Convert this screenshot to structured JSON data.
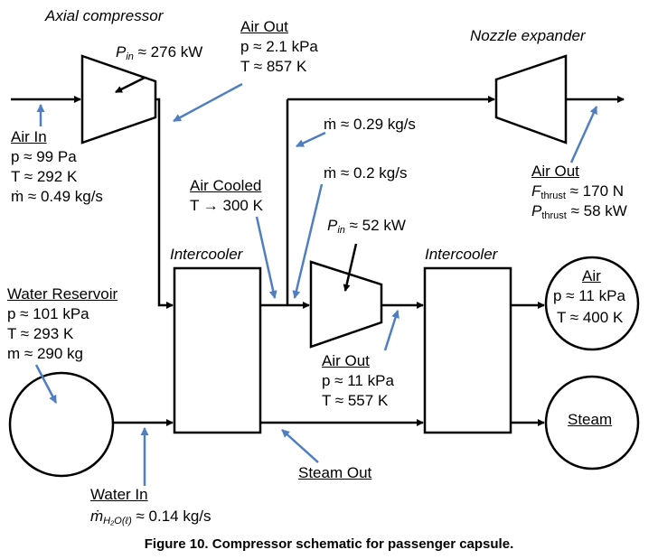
{
  "components": {
    "axial_compressor": "Axial compressor",
    "nozzle_expander": "Nozzle expander",
    "intercooler_1": "Intercooler",
    "intercooler_2": "Intercooler",
    "air_chamber": "Air",
    "steam_chamber": "Steam"
  },
  "compressor_power": {
    "p": "P",
    "sub": "in",
    "rest": " ≈ 276 kW"
  },
  "air_out_1": {
    "title": "Air Out",
    "p": "p ≈ 2.1 kPa",
    "T": "T ≈ 857 K"
  },
  "air_in": {
    "title": "Air In",
    "p": "p ≈ 99 Pa",
    "T": "T ≈ 292 K",
    "m": "ṁ ≈ 0.49 kg/s"
  },
  "flow_top": "ṁ ≈ 0.29 kg/s",
  "flow_mid": "ṁ ≈ 0.2 kg/s",
  "air_cooled": {
    "title": "Air Cooled",
    "T": "T → 300 K"
  },
  "second_compressor_power": {
    "p": "P",
    "sub": "in",
    "rest": " ≈ 52 kW"
  },
  "air_out_thrust": {
    "title": "Air Out",
    "F": "F",
    "F_sub": "thrust",
    "F_rest": " ≈ 170 N",
    "P": "P",
    "P_sub": "thrust",
    "P_rest": " ≈ 58 kW"
  },
  "water_reservoir": {
    "title": "Water Reservoir",
    "p": "p ≈ 101 kPa",
    "T": "T ≈ 293 K",
    "m": "m ≈ 290 kg"
  },
  "air_chamber_props": {
    "p": "p ≈ 11 kPa",
    "T": "T ≈ 400 K"
  },
  "air_out_2": {
    "title": "Air Out",
    "p": "p ≈ 11 kPa",
    "T": "T ≈ 557 K"
  },
  "steam_out": "Steam Out",
  "water_in": {
    "title": "Water In",
    "m": "ṁ",
    "sub": "H₂O(ℓ)",
    "rest": " ≈ 0.14 kg/s"
  },
  "caption": "Figure 10. Compressor schematic for passenger capsule.",
  "colors": {
    "line": "#000000",
    "annotation_arrow": "#4f7fc0"
  }
}
